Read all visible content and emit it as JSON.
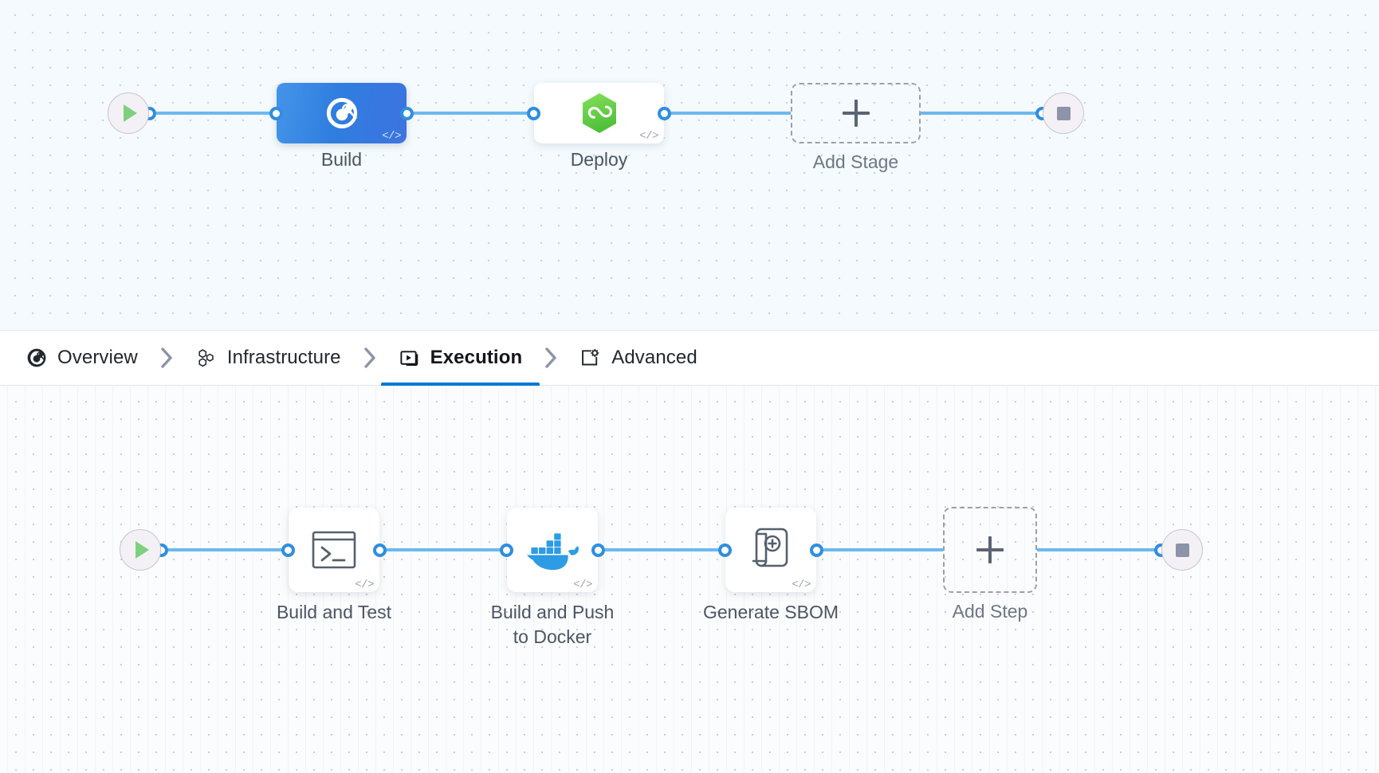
{
  "stage_graph": {
    "start_node": {
      "icon": "play-icon",
      "name": "pipeline-start"
    },
    "end_node": {
      "icon": "stop-icon",
      "name": "pipeline-end"
    },
    "stages": [
      {
        "label": "Build",
        "icon": "harness-ci-icon",
        "selected": true,
        "code_badge": "</>"
      },
      {
        "label": "Deploy",
        "icon": "harness-cd-infinity-icon",
        "selected": false,
        "code_badge": "</>"
      }
    ],
    "add_stage": {
      "label": "Add Stage",
      "icon": "plus-icon"
    }
  },
  "tabs": {
    "items": [
      {
        "label": "Overview",
        "icon": "overview-pie-icon",
        "active": false
      },
      {
        "label": "Infrastructure",
        "icon": "hexagon-cluster-icon",
        "active": false
      },
      {
        "label": "Execution",
        "icon": "play-box-icon",
        "active": true
      },
      {
        "label": "Advanced",
        "icon": "box-gear-icon",
        "active": false
      }
    ],
    "separator_icon": "chevron-right-icon"
  },
  "step_graph": {
    "start_node": {
      "icon": "play-icon",
      "name": "execution-start"
    },
    "end_node": {
      "icon": "stop-icon",
      "name": "execution-end"
    },
    "steps": [
      {
        "label": "Build and Test",
        "icon": "terminal-icon",
        "code_badge": "</>"
      },
      {
        "label": "Build and Push\nto Docker",
        "icon": "docker-icon",
        "code_badge": "</>"
      },
      {
        "label": "Generate SBOM",
        "icon": "sbom-scroll-icon",
        "code_badge": "</>"
      }
    ],
    "add_step": {
      "label": "Add Step",
      "icon": "plus-icon"
    }
  },
  "colors": {
    "accent": "#0278d5",
    "connector": "#6cb8ef",
    "port": "#2f8ee0",
    "build_node": "#3580e3",
    "deploy_icon": "#6dd14a",
    "docker_blue": "#2d9ce5",
    "start_play": "#7ed07e",
    "stop_square": "#8d93a8"
  }
}
